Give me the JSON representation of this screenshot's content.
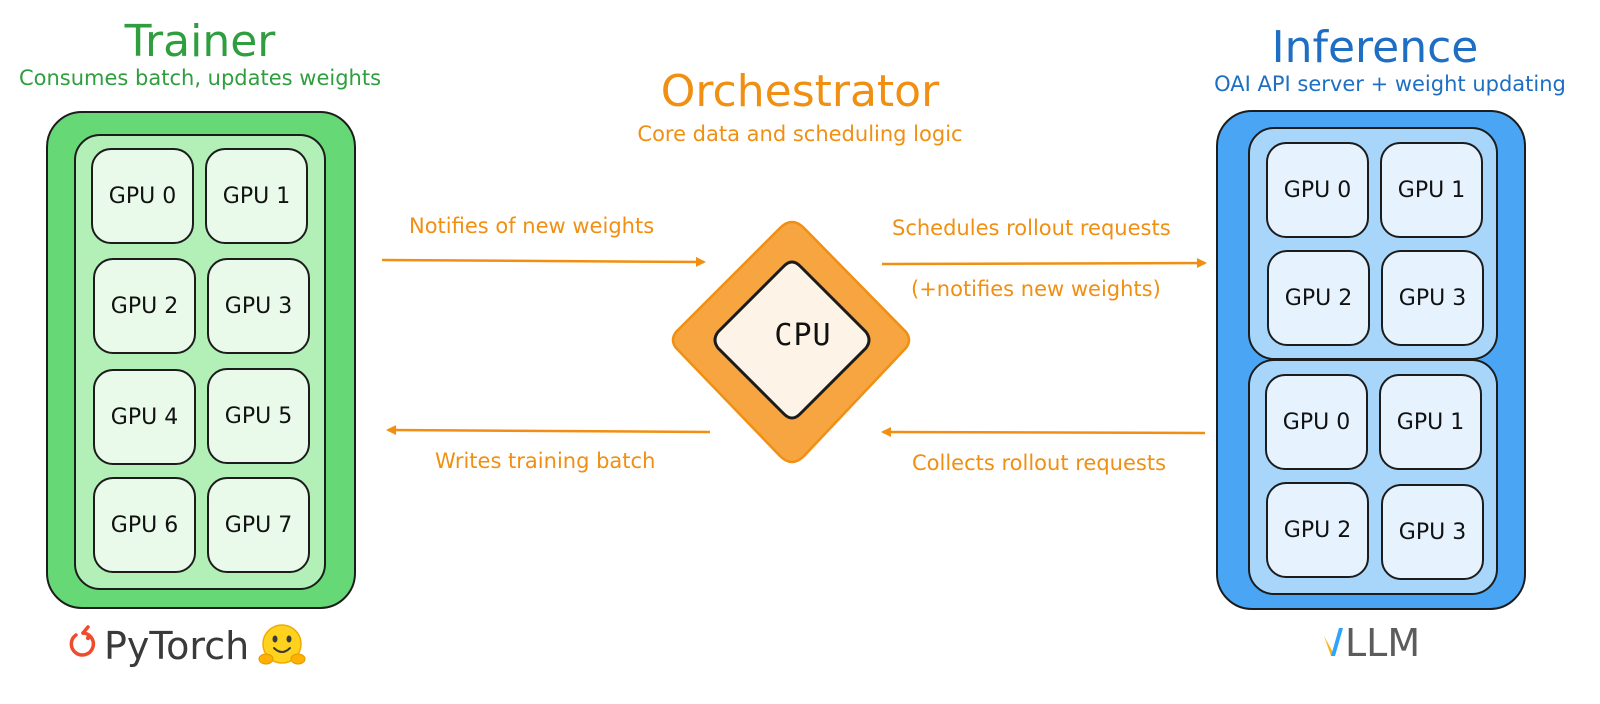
{
  "trainer": {
    "title": "Trainer",
    "subtitle": "Consumes batch, updates weights",
    "gpus": [
      "GPU 0",
      "GPU 1",
      "GPU 2",
      "GPU 3",
      "GPU 4",
      "GPU 5",
      "GPU 6",
      "GPU 7"
    ],
    "logo_text": "PyTorch"
  },
  "orchestrator": {
    "title": "Orchestrator",
    "subtitle": "Core data and scheduling logic",
    "cpu_label": "CPU"
  },
  "inference": {
    "title": "Inference",
    "subtitle": "OAI API server + weight updating",
    "group_1_gpus": [
      "GPU 0",
      "GPU 1",
      "GPU 2",
      "GPU 3"
    ],
    "group_2_gpus": [
      "GPU 0",
      "GPU 1",
      "GPU 2",
      "GPU 3"
    ],
    "logo_text": "LLM"
  },
  "edges": {
    "notifies_new_weights": "Notifies of new weights",
    "writes_training_batch": "Writes training batch",
    "schedules_rollout": "Schedules rollout requests",
    "notifies_new_weights_paren": "(+notifies new weights)",
    "collects_rollout": "Collects rollout requests"
  },
  "colors": {
    "trainer_outer": "#66d876",
    "trainer_inner": "#b2f0b8",
    "inference_outer": "#4aa6f4",
    "inference_inner": "#a8d6fb",
    "orchestrator": "#f7a540",
    "cpu_fill": "#fdf3e6",
    "arrow": "#f08f12"
  }
}
